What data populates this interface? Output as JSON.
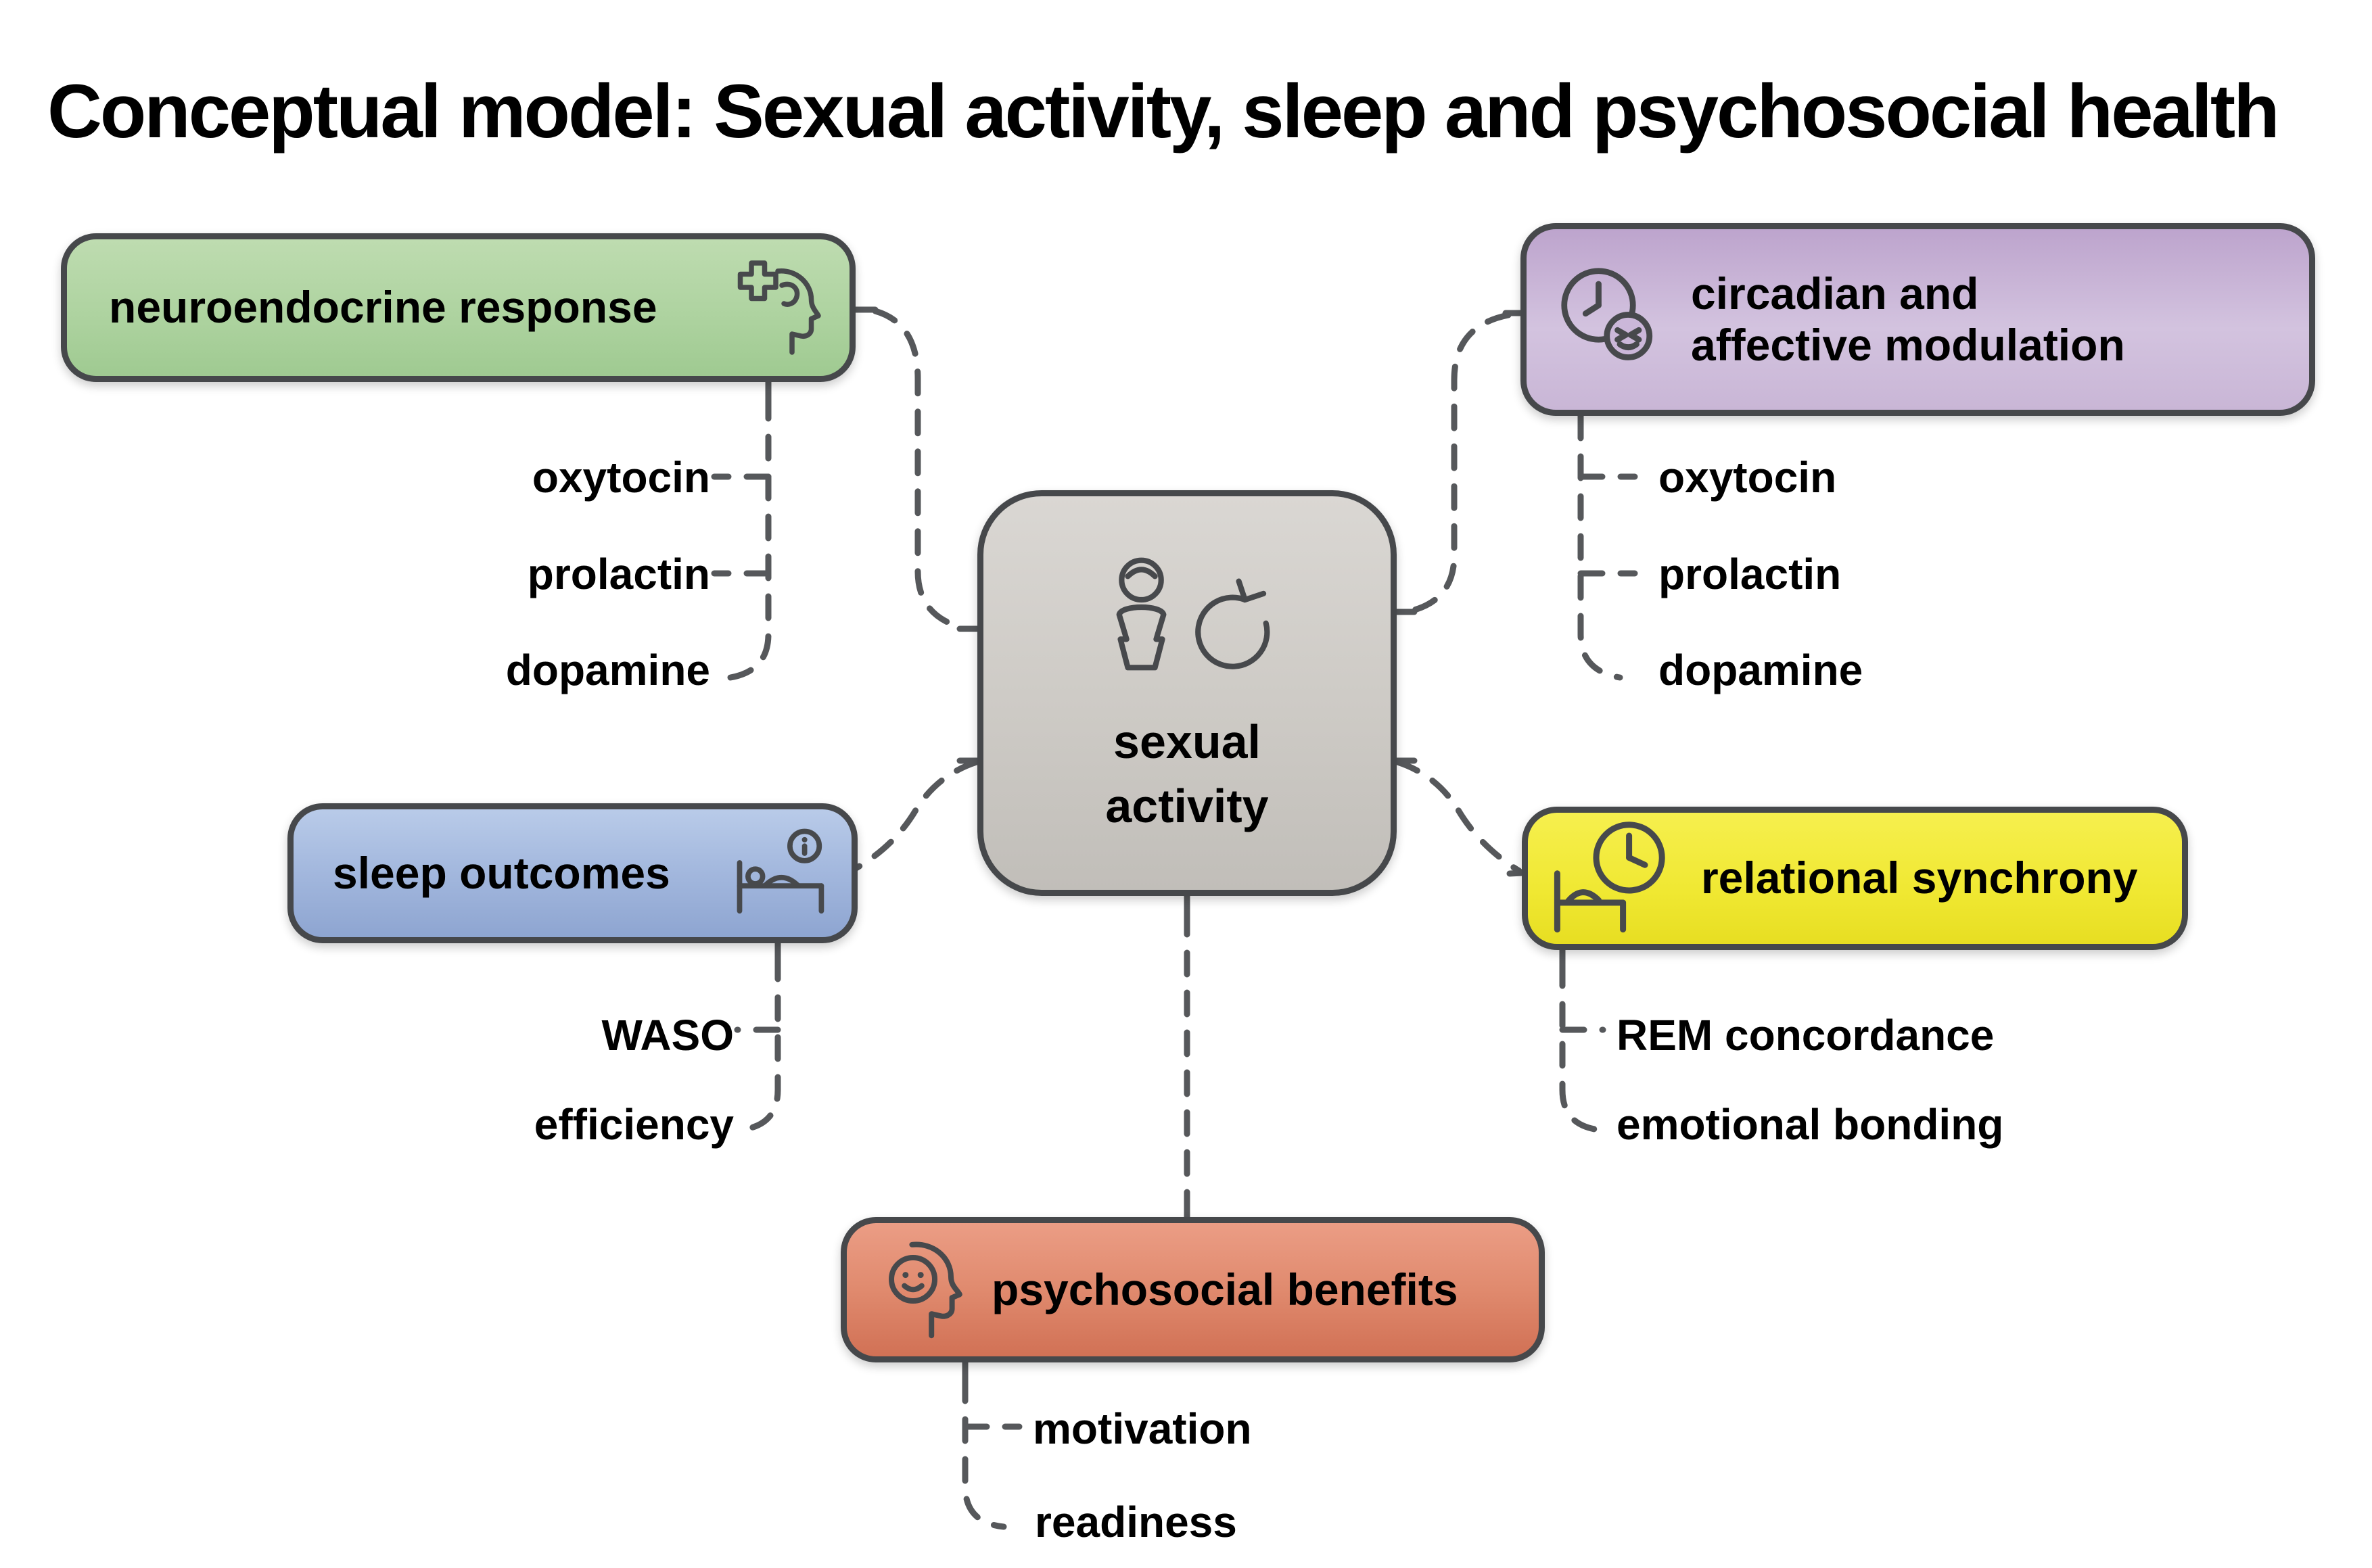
{
  "title": "Conceptual model: Sexual activity, sleep and psychosocial health",
  "center": {
    "line1": "sexual",
    "line2": "activity",
    "icon": "person-cycle-icon",
    "color": "#cdcac5"
  },
  "green": {
    "label": "neuroendocrine response",
    "icon": "head-cross-icon",
    "color": "#aed3a0",
    "items": [
      "oxytocin",
      "prolactin",
      "dopamine"
    ]
  },
  "purple": {
    "line1": "circadian and",
    "line2": "affective modulation",
    "icon": "clock-face-icon",
    "color": "#c9b4d8",
    "items": [
      "oxytocin",
      "prolactin",
      "dopamine"
    ]
  },
  "blue": {
    "label": "sleep outcomes",
    "icon": "bed-info-icon",
    "color": "#a2b7dd",
    "items": [
      "WASO",
      "efficiency"
    ]
  },
  "yellow": {
    "label": "relational synchrony",
    "icon": "bed-clock-icon",
    "color": "#f0e832",
    "items": [
      "REM concordance",
      "emotional bonding"
    ]
  },
  "salmon": {
    "label": "psychosocial benefits",
    "icon": "head-smile-icon",
    "color": "#e08a6e",
    "items": [
      "motivation",
      "readiness"
    ]
  },
  "connector_color": "#56585b",
  "border_color": "#46484b"
}
